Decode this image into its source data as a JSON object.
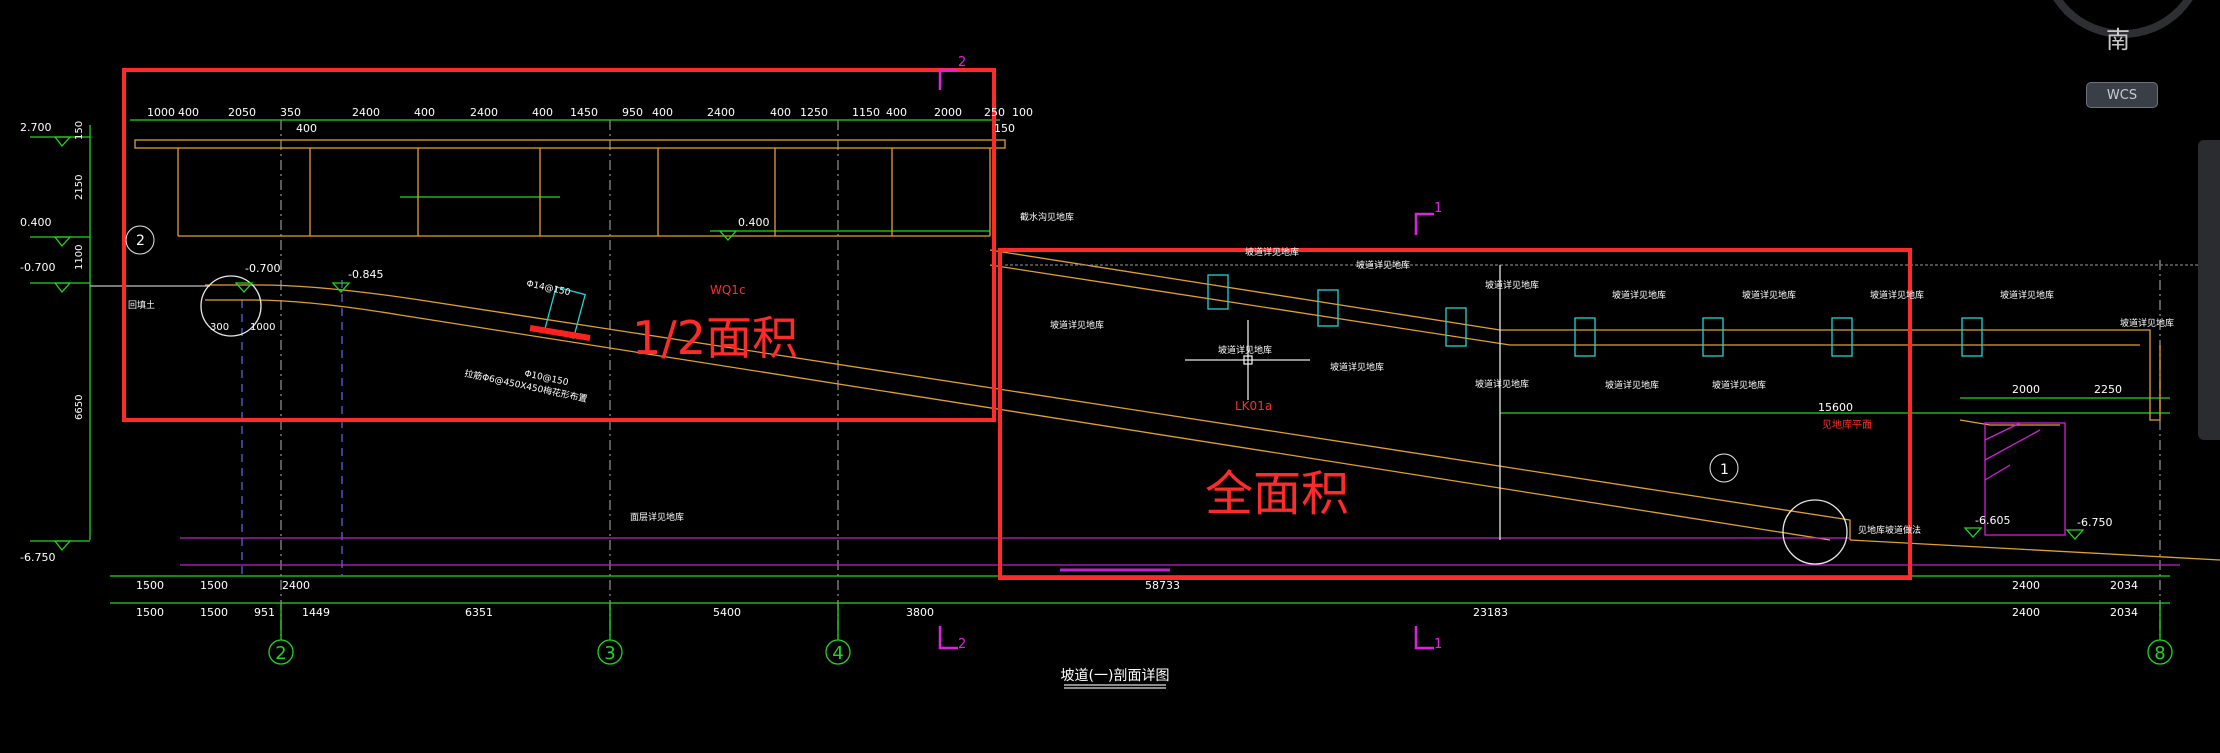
{
  "view": {
    "compass_label": "南",
    "wcs_label": "WCS"
  },
  "drawing": {
    "title": "坡道(一)剖面详图",
    "top_dims": [
      "1000",
      "400",
      "2050",
      "350",
      "2400",
      "400",
      "2400",
      "400",
      "1450",
      "950",
      "400",
      "2400",
      "400",
      "1250",
      "1150",
      "400",
      "2000",
      "250",
      "100"
    ],
    "sub_dim_400": "400",
    "sub_dim_150": "150",
    "elevations": {
      "e2700": "2.700",
      "e0400": "0.400",
      "em0700": "-0.700",
      "em6750": "-6.750",
      "slab_0400": "0.400",
      "ramp_m0700": "-0.700",
      "ramp_m0845": "-0.845",
      "end_m6605": "-6.605",
      "end_m6750": "-6.750"
    },
    "left_dims": [
      "150",
      "2150",
      "1100",
      "6650"
    ],
    "bottom_dims_row1": [
      "1500",
      "1500",
      "2400",
      "58733",
      "2400",
      "2034"
    ],
    "bottom_dims_row2": [
      "1500",
      "1500",
      "951",
      "1449",
      "6351",
      "5400",
      "3800",
      "23183",
      "2400",
      "2034"
    ],
    "right_dims": [
      "2000",
      "2250",
      "15600"
    ],
    "small_dims": [
      "300",
      "1000"
    ],
    "axis_labels": [
      "2",
      "3",
      "4",
      "8"
    ],
    "detail_callouts": [
      "2",
      "1"
    ],
    "section_marks": {
      "s2_top": "2",
      "s1_top": "1",
      "s2_bottom": "2",
      "s1_bottom": "1"
    },
    "red_labels": {
      "wq": "WQ1c",
      "lk": "LK01a",
      "red_note": "见地库平面"
    },
    "rebar_notes": [
      "Φ14@150",
      "Φ10@150",
      "拉筋Φ6@450X450梅花形布置"
    ],
    "small_notes": [
      "截水沟见地库",
      "回填土",
      "面层详见地库",
      "坡道详见地库",
      "坡道详见地库",
      "坡道详见地库",
      "坡道详见地库",
      "坡道详见地库",
      "坡道详见地库",
      "坡道详见地库",
      "坡道详见地库",
      "坡道详见地库",
      "坡道详见地库",
      "坡道详见地库",
      "坡道详见地库",
      "坡道详见地库",
      "坡道详见地库",
      "见地库坡道做法"
    ]
  },
  "annotations": {
    "half_area": "1/2面积",
    "full_area": "全面积"
  }
}
